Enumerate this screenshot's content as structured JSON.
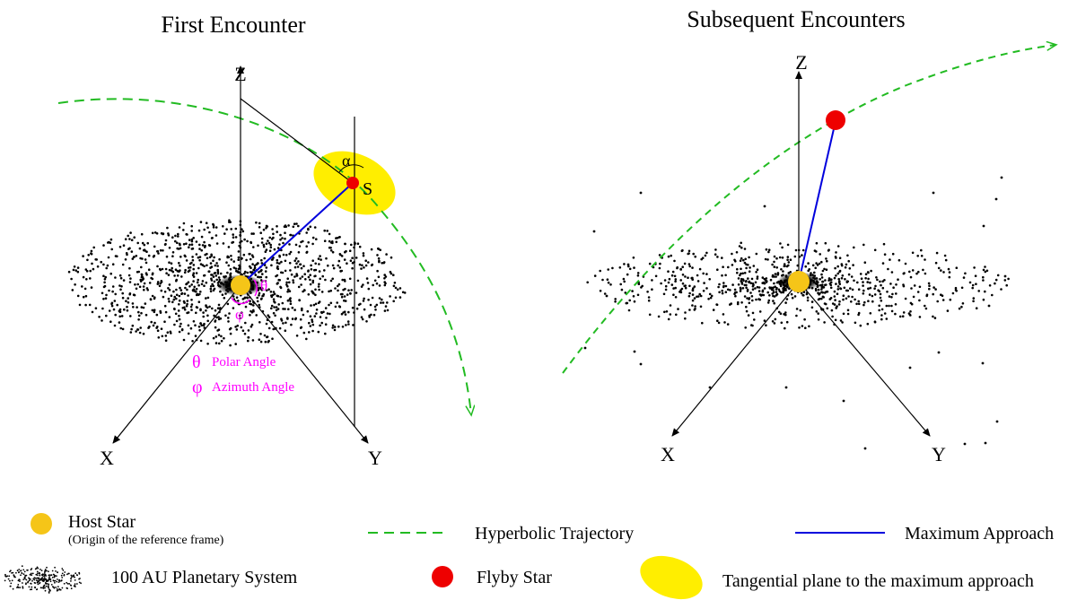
{
  "panels": {
    "left": {
      "title": "First Encounter",
      "axes": {
        "z": "Z",
        "x": "X",
        "y": "Y"
      },
      "point_label": "S",
      "alpha_symbol": "α",
      "theta_symbol": "θ",
      "phi_symbol": "φ",
      "polar_angle_label": "Polar Angle",
      "azimuth_angle_label": "Azimuth Angle"
    },
    "right": {
      "title": "Subsequent Encounters",
      "axes": {
        "z": "Z",
        "x": "X",
        "y": "Y"
      }
    }
  },
  "legend": {
    "host_star": "Host Star",
    "host_star_note": "(Origin of the reference frame)",
    "planetary_system": "100 AU Planetary System",
    "hyperbolic_trajectory": "Hyperbolic Trajectory",
    "flyby_star": "Flyby Star",
    "maximum_approach": "Maximum Approach",
    "tangential_plane": "Tangential plane to the maximum approach"
  },
  "colors": {
    "host_star": "#f5c518",
    "flyby_star": "#ee0000",
    "trajectory": "#22bb22",
    "approach_line": "#0000dd",
    "tangential_plane": "#ffee00",
    "angle_marks": "#ff00ff"
  }
}
